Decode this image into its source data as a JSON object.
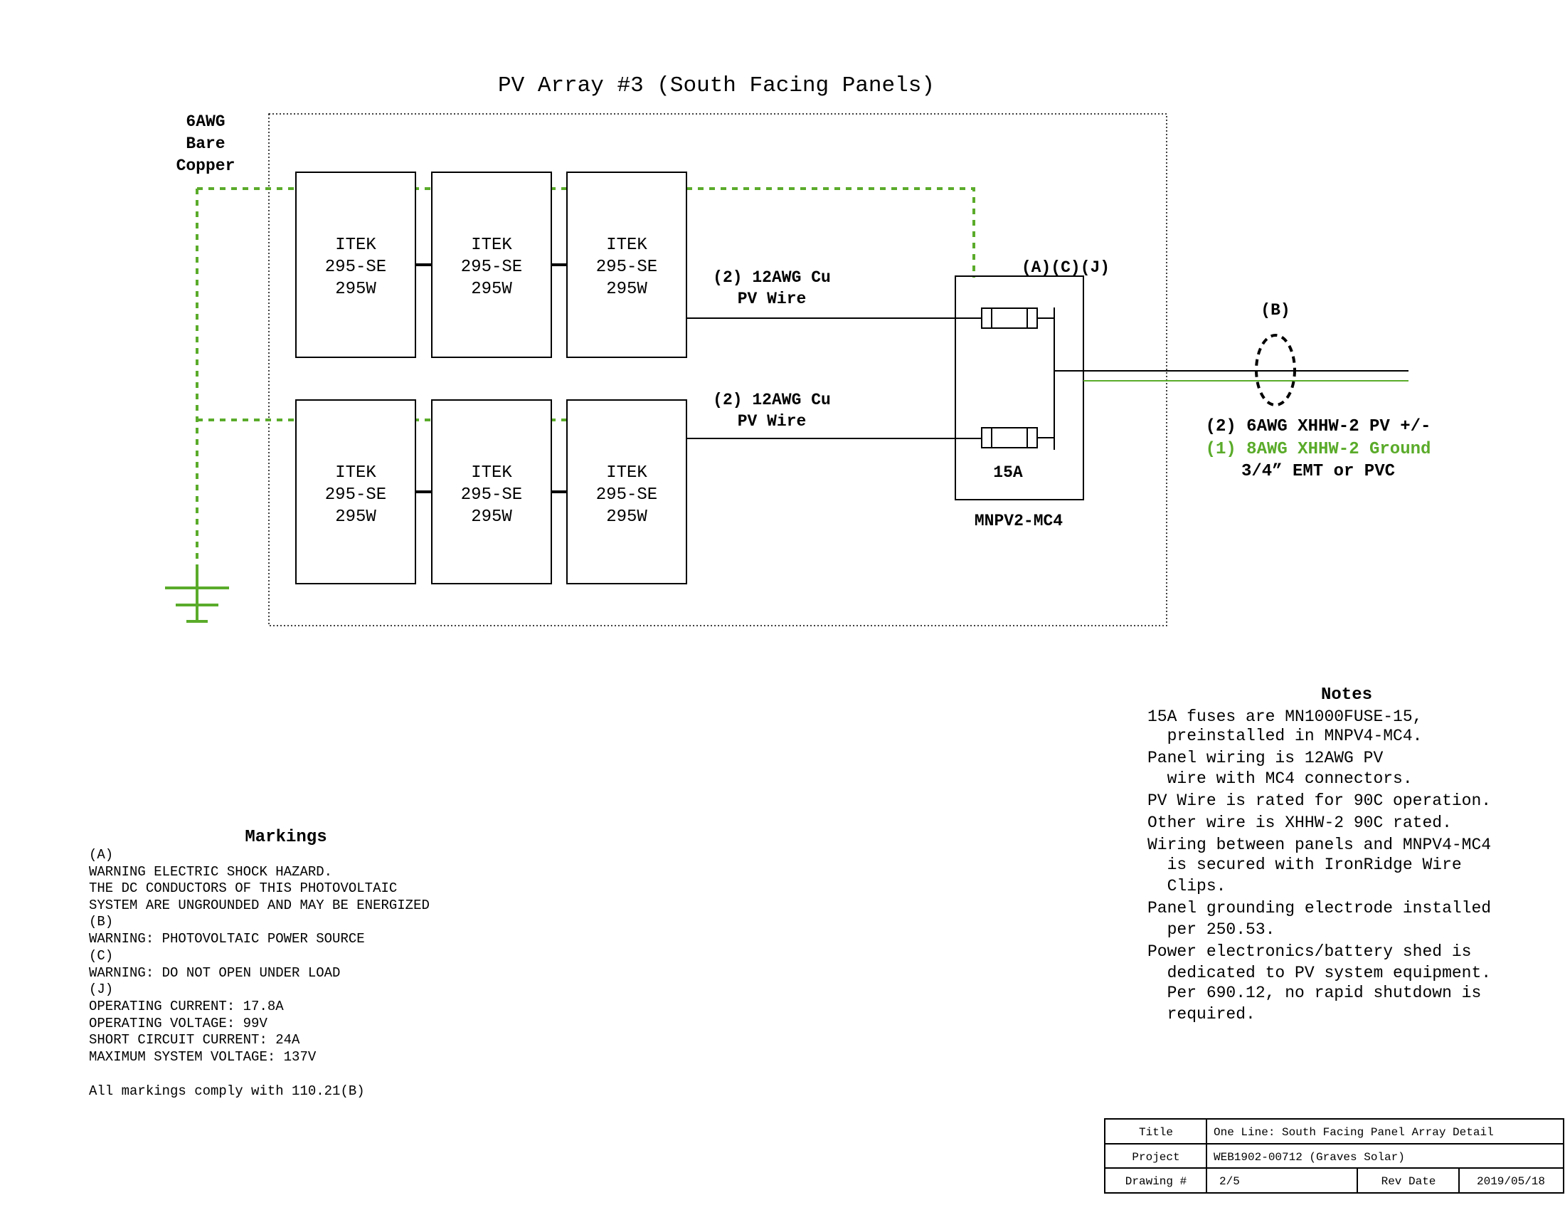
{
  "diagram": {
    "title": "PV Array #3 (South Facing Panels)",
    "ground_label": [
      "6AWG",
      "Bare",
      "Copper"
    ],
    "panel_rows": [
      [
        "ITEK",
        "295-SE",
        "295W"
      ],
      [
        "ITEK",
        "295-SE",
        "295W"
      ],
      [
        "ITEK",
        "295-SE",
        "295W"
      ],
      [
        "ITEK",
        "295-SE",
        "295W"
      ],
      [
        "ITEK",
        "295-SE",
        "295W"
      ],
      [
        "ITEK",
        "295-SE",
        "295W"
      ]
    ],
    "wire_label_top": [
      "(2) 12AWG Cu",
      "PV Wire"
    ],
    "wire_label_bottom": [
      "(2) 12AWG Cu",
      "PV Wire"
    ],
    "combiner_markers": "(A)(C)(J)",
    "fuse_rating": "15A",
    "combiner_name": "MNPV2-MC4",
    "conduit_marker": "(B)",
    "output_wires": {
      "line1": "(2) 6AWG XHHW-2 PV +/-",
      "line2": "(1) 8AWG XHHW-2 Ground",
      "line3": "3/4” EMT or PVC"
    },
    "colors": {
      "ground": "#5aab2a",
      "line": "#000000"
    }
  },
  "markings": {
    "heading": "Markings",
    "lines": [
      "(A)",
      "WARNING ELECTRIC SHOCK HAZARD.",
      "THE DC CONDUCTORS OF THIS PHOTOVOLTAIC",
      "SYSTEM ARE UNGROUNDED AND MAY BE ENERGIZED",
      "(B)",
      "WARNING: PHOTOVOLTAIC POWER SOURCE",
      "(C)",
      "WARNING: DO NOT OPEN UNDER LOAD",
      "(J)",
      "OPERATING CURRENT: 17.8A",
      "OPERATING VOLTAGE: 99V",
      "SHORT CIRCUIT CURRENT: 24A",
      "MAXIMUM SYSTEM VOLTAGE: 137V",
      "",
      "All markings comply with 110.21(B)"
    ]
  },
  "notes": {
    "heading": "Notes",
    "lines": [
      "15A fuses are MN1000FUSE-15,",
      "  preinstalled in MNPV4-MC4.",
      "Panel wiring is 12AWG PV",
      "  wire with MC4 connectors.",
      "PV Wire is rated for 90C operation.",
      "Other wire is XHHW-2 90C rated.",
      "Wiring between panels and MNPV4-MC4",
      "  is secured with IronRidge Wire",
      "  Clips.",
      "Panel grounding electrode installed",
      "  per 250.53.",
      "Power electronics/battery shed is",
      "  dedicated to PV system equipment.",
      "  Per 690.12, no rapid shutdown is",
      "  required."
    ]
  },
  "title_block": {
    "title_label": "Title",
    "title_value": "One Line: South Facing Panel Array Detail",
    "project_label": "Project",
    "project_value": "WEB1902-00712 (Graves Solar)",
    "drawing_label": "Drawing #",
    "drawing_value": "2/5",
    "rev_label": "Rev Date",
    "rev_value": "2019/05/18"
  }
}
